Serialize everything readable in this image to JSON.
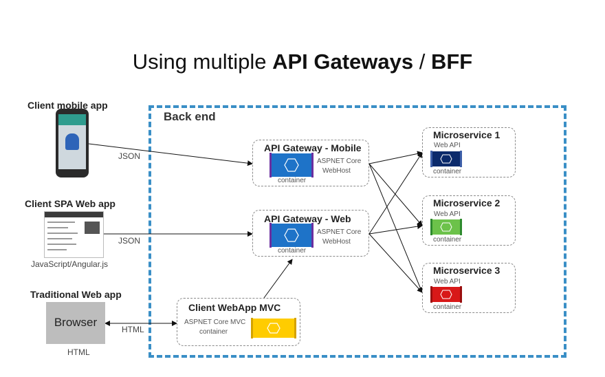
{
  "title": {
    "part1": "Using multiple ",
    "bold1": "API Gateways",
    "sep": " / ",
    "bold2": "BFF"
  },
  "clients": {
    "mobile": {
      "label": "Client mobile app",
      "protocol": "JSON"
    },
    "spa": {
      "label": "Client SPA Web app",
      "caption": "JavaScript/Angular.js",
      "protocol": "JSON"
    },
    "traditional": {
      "label": "Traditional Web app",
      "browser": "Browser",
      "caption": "HTML",
      "protocol": "HTML"
    }
  },
  "backend": {
    "label": "Back end"
  },
  "gateways": [
    {
      "title": "API Gateway - Mobile",
      "tech1": "ASPNET Core",
      "tech2": "WebHost",
      "container": "container"
    },
    {
      "title": "API Gateway - Web",
      "tech1": "ASPNET Core",
      "tech2": "WebHost",
      "container": "container"
    }
  ],
  "mvc": {
    "title": "Client WebApp MVC",
    "tech1": "ASPNET Core MVC",
    "tech2": "container"
  },
  "microservices": [
    {
      "title": "Microservice 1",
      "api": "Web API",
      "container": "container",
      "color": "#0b2a6b"
    },
    {
      "title": "Microservice 2",
      "api": "Web API",
      "container": "container",
      "color": "#6cc24a"
    },
    {
      "title": "Microservice 3",
      "api": "Web API",
      "container": "container",
      "color": "#d81818"
    }
  ],
  "colors": {
    "accent": "#3a8fc6",
    "gateway": "#1e73c8",
    "mvc": "#ffcc00"
  }
}
